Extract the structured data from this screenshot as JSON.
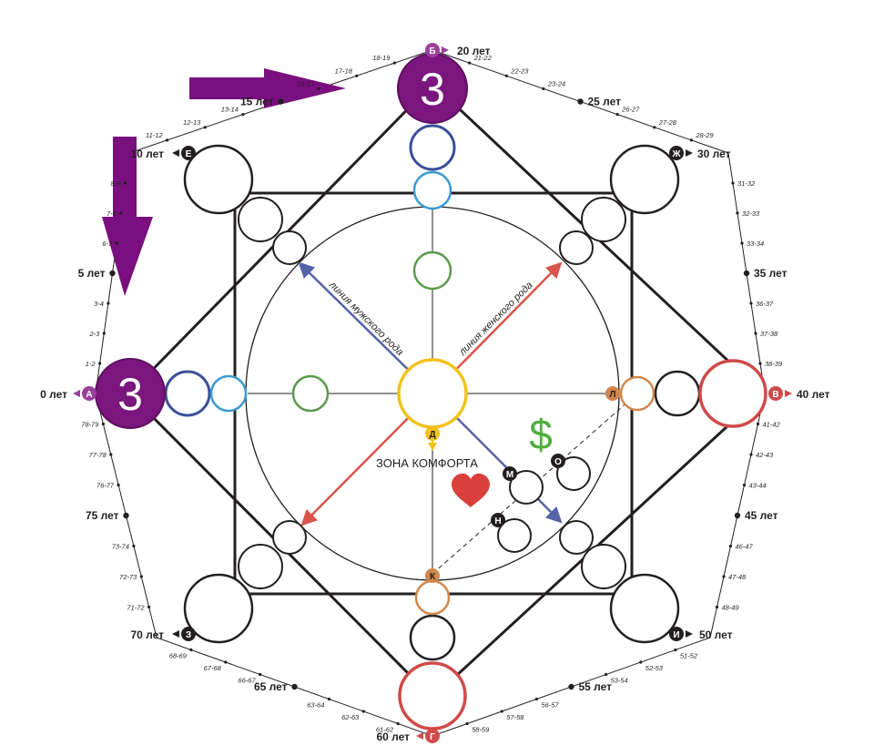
{
  "center": {
    "label_d": "Д",
    "zone_label": "ЗОНА КОМФОРТА"
  },
  "lines": {
    "male": "линия мужского рода",
    "female": "линия женского рода"
  },
  "inner_markers": {
    "m": "М",
    "n": "Н",
    "o": "О",
    "l": "Л",
    "k": "К"
  },
  "symbols": {
    "dollar": "$",
    "heart": "heart-icon"
  },
  "highlights": {
    "top_value": "3",
    "left_value": "3",
    "color": "#7a167d",
    "arrow_color": "#7a0f7f"
  },
  "colors": {
    "black": "#231f20",
    "dark_blue": "#3a4f9a",
    "light_blue": "#3b9ad1",
    "green": "#5a9b4a",
    "yellow": "#f1c21b",
    "orange": "#d0874b",
    "red": "#cf4a4a",
    "purple": "#9b3f9b",
    "male_line": "#5562a8",
    "female_line": "#d9544b"
  },
  "vertices": [
    {
      "id": "a",
      "letter": "А",
      "label": "0 лет"
    },
    {
      "id": "b",
      "letter": "Б",
      "label": "20 лет"
    },
    {
      "id": "v",
      "letter": "В",
      "label": "40 лет"
    },
    {
      "id": "g",
      "letter": "Г",
      "label": "60 лет"
    },
    {
      "id": "e",
      "letter": "Е",
      "label": "10 лет"
    },
    {
      "id": "zh",
      "letter": "Ж",
      "label": "30 лет"
    },
    {
      "id": "i",
      "letter": "И",
      "label": "50 лет"
    },
    {
      "id": "z",
      "letter": "З",
      "label": "70 лет"
    }
  ],
  "age_markers": [
    "5 лет",
    "15 лет",
    "25 лет",
    "35 лет",
    "45 лет",
    "55 лет",
    "65 лет",
    "75 лет"
  ],
  "age_ranges": [
    [
      "1-2",
      "2-3",
      "3-4",
      "",
      "6-7",
      "7-8",
      "8-9"
    ],
    [
      "11-12",
      "12-13",
      "13-14",
      "",
      "16-17",
      "17-18",
      "18-19"
    ],
    [
      "21-22",
      "22-23",
      "23-24",
      "",
      "26-27",
      "27-28",
      "28-29"
    ],
    [
      "31-32",
      "32-33",
      "33-34",
      "",
      "36-37",
      "37-38",
      "38-39"
    ],
    [
      "41-42",
      "42-43",
      "43-44",
      "",
      "46-47",
      "47-48",
      "48-49"
    ],
    [
      "51-52",
      "52-53",
      "53-54",
      "",
      "56-57",
      "57-58",
      "58-59"
    ],
    [
      "61-62",
      "62-63",
      "63-64",
      "",
      "66-67",
      "67-68",
      "68-69"
    ],
    [
      "71-72",
      "72-73",
      "73-74",
      "",
      "76-77",
      "77-78",
      "78-79"
    ]
  ]
}
